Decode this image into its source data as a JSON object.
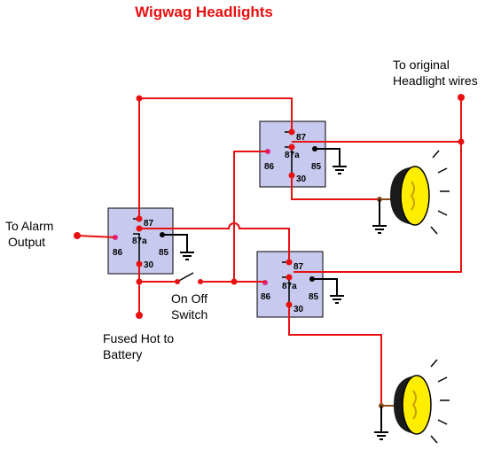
{
  "title": "Wigwag Headlights",
  "colors": {
    "wire": "#e81010",
    "relay_fill": "#c7c9ee",
    "lamp_glass": "#ffee00",
    "title": "#e81010"
  },
  "labels": {
    "alarm_output": [
      "To  Alarm",
      "Output"
    ],
    "original_wires": [
      "To original",
      "Headlight wires"
    ],
    "switch": [
      "On Off",
      "Switch"
    ],
    "fused": [
      "Fused Hot to",
      "Battery"
    ]
  },
  "relay_pins": {
    "p87": "87",
    "p87a": "87a",
    "p86": "86",
    "p85": "85",
    "p30": "30"
  },
  "icons": [
    "relay",
    "ground-symbol",
    "headlight-icon",
    "switch-icon"
  ]
}
